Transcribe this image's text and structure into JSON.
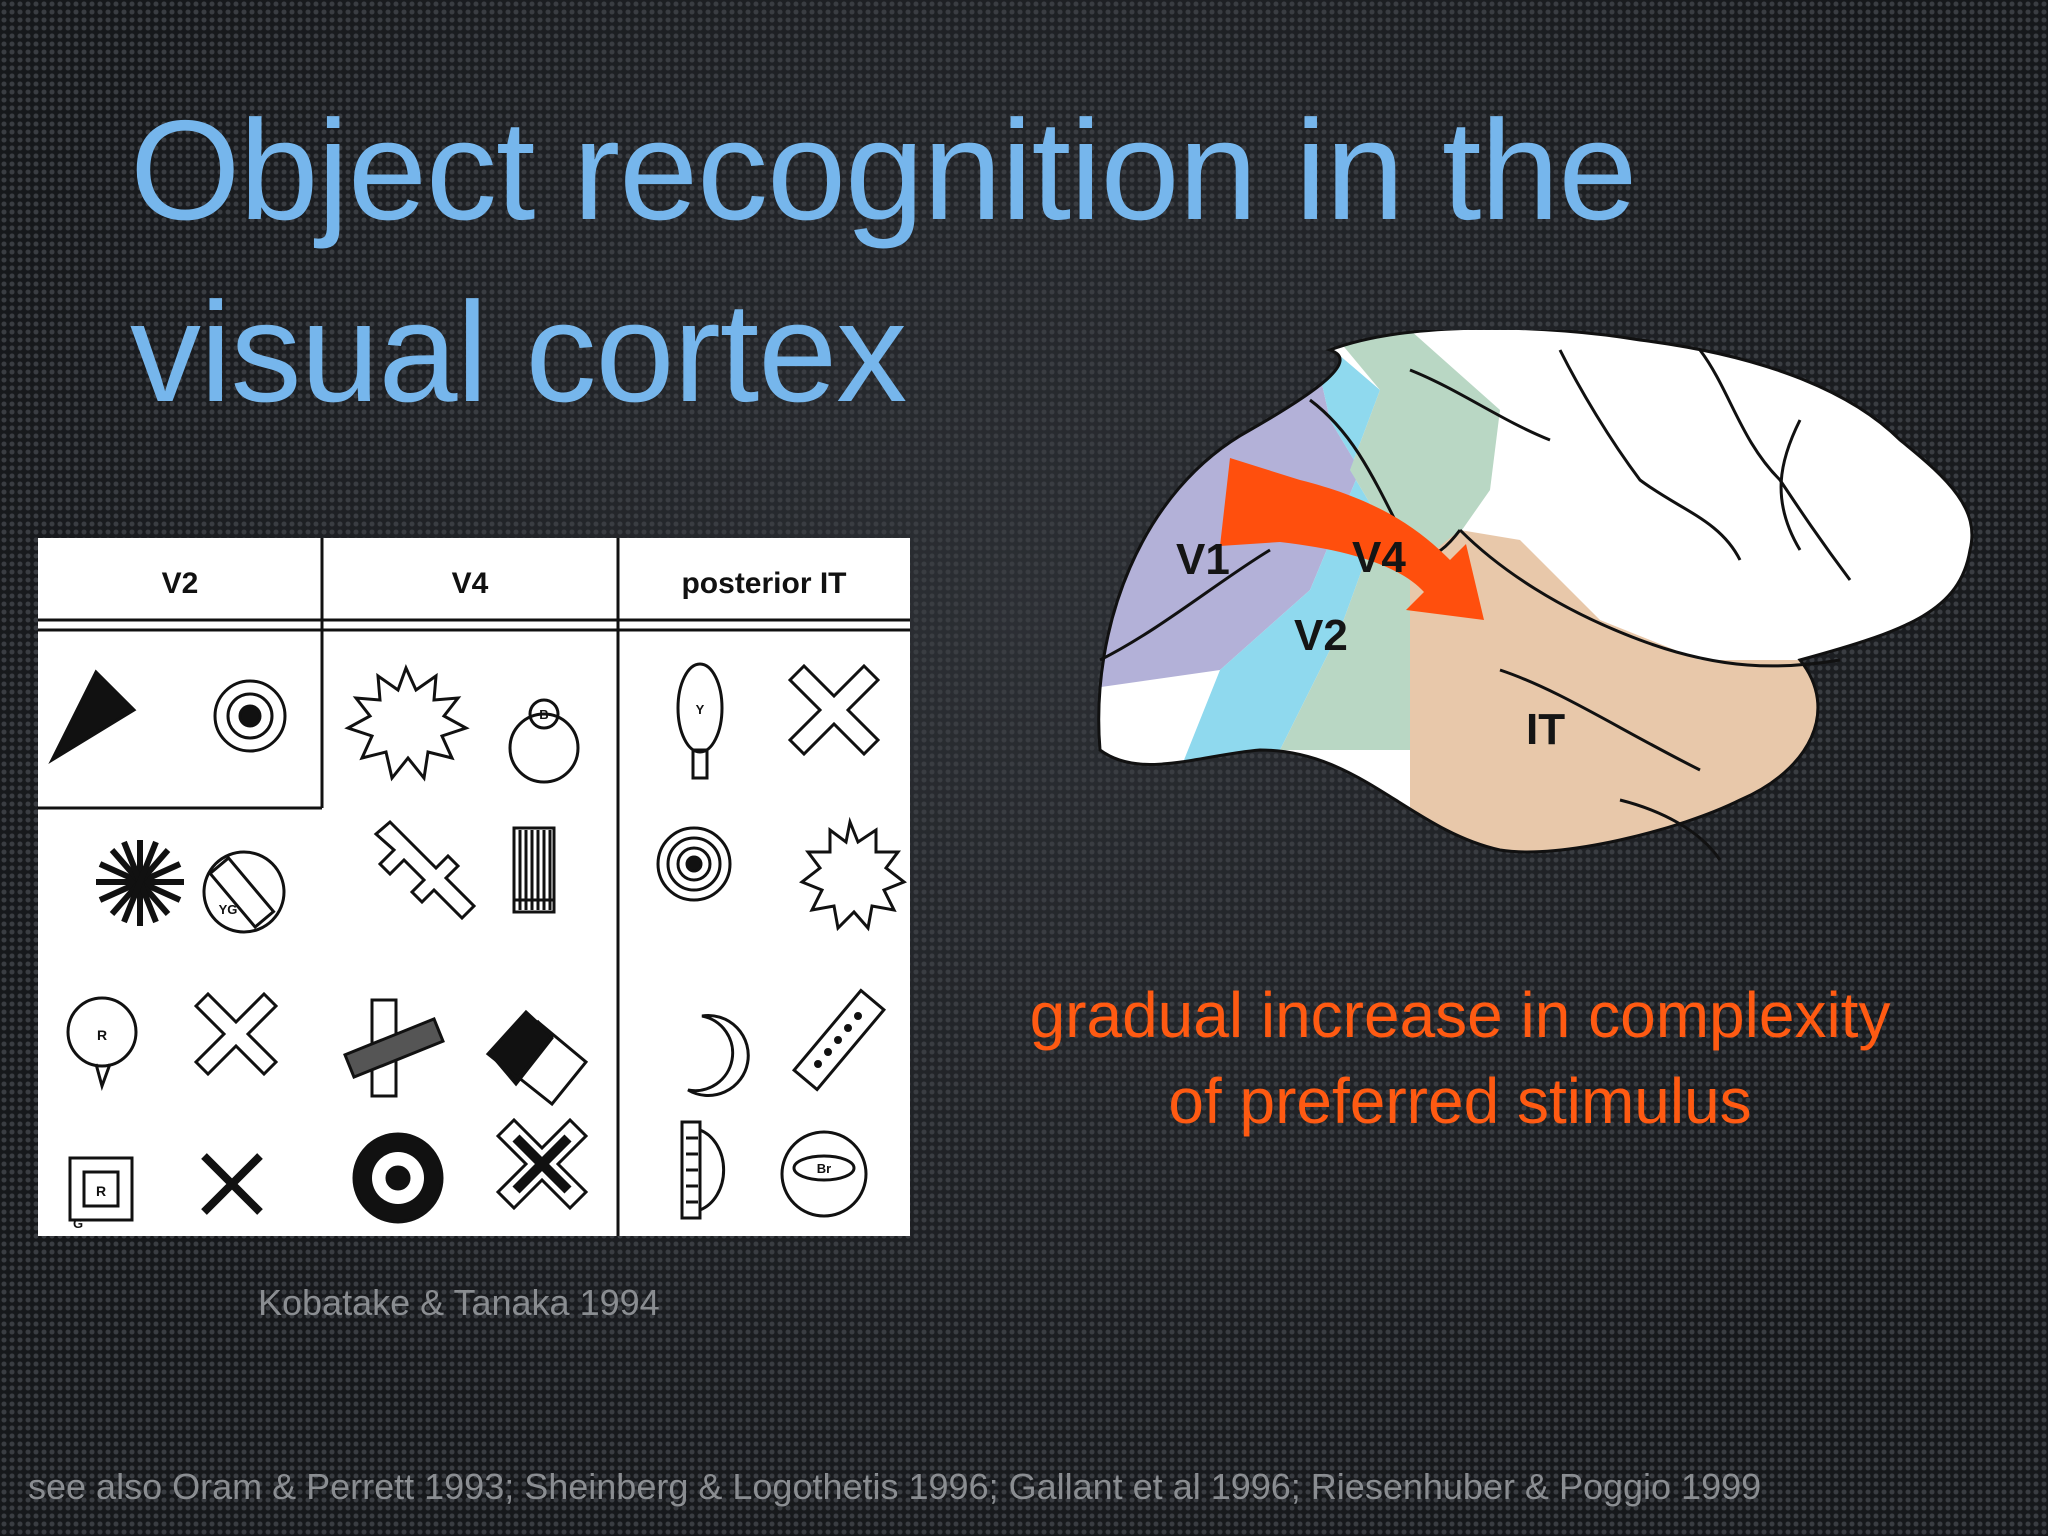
{
  "slide": {
    "title_line1": "Object recognition in the",
    "title_line2": "visual cortex",
    "title_color": "#76b6ec"
  },
  "stimulus_figure": {
    "headers": [
      "V2",
      "V4",
      "posterior IT"
    ],
    "letter_marks": [
      "R",
      "YG",
      "G",
      "B",
      "Y",
      "Br"
    ],
    "credit": "Kobatake & Tanaka 1994"
  },
  "brain_diagram": {
    "areas": [
      {
        "label": "V1",
        "color": "#b3b1d8"
      },
      {
        "label": "V2",
        "color": "#8fd9ee"
      },
      {
        "label": "V4",
        "color": "#b9d7c4"
      },
      {
        "label": "IT",
        "color": "#e8c8aa"
      }
    ],
    "arrow_color": "#ff4f0d"
  },
  "caption": {
    "line1": "gradual increase in complexity",
    "line2": "of preferred stimulus",
    "color": "#ff5a12"
  },
  "footnote": "see also Oram & Perrett 1993; Sheinberg & Logothetis 1996; Gallant et al 1996;  Riesenhuber & Poggio 1999"
}
